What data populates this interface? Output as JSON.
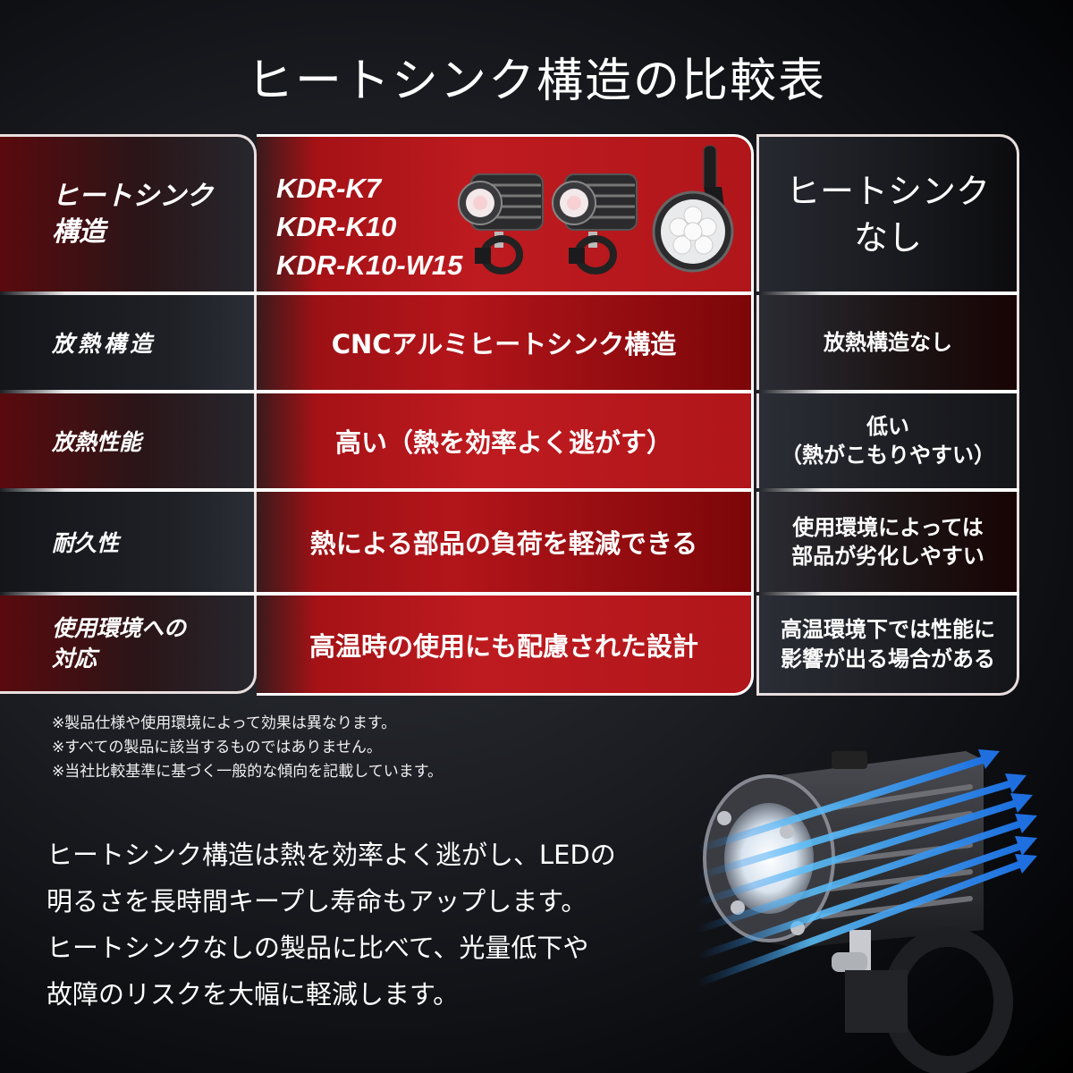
{
  "title": "ヒートシンク構造の比較表",
  "table": {
    "header": {
      "label": "ヒートシンク構造",
      "label_lines": [
        "ヒートシンク",
        "構造"
      ],
      "with_heatsink_models": [
        "KDR-K7",
        "KDR-K10",
        "KDR-K10-W15"
      ],
      "without_heatsink_lines": [
        "ヒートシンク",
        "なし"
      ]
    },
    "rows": [
      {
        "label": "放熱構造",
        "with_heatsink": "CNCアルミヒートシンク構造",
        "without_heatsink_lines": [
          "放熱構造なし"
        ]
      },
      {
        "label": "放熱性能",
        "with_heatsink": "高い（熱を効率よく逃がす）",
        "without_heatsink_lines": [
          "低い",
          "（熱がこもりやすい）"
        ]
      },
      {
        "label": "耐久性",
        "with_heatsink": "熱による部品の負荷を軽減できる",
        "without_heatsink_lines": [
          "使用環境によっては",
          "部品が劣化しやすい"
        ]
      },
      {
        "label_lines": [
          "使用環境への",
          "対応"
        ],
        "with_heatsink": "高温時の使用にも配慮された設計",
        "without_heatsink_lines": [
          "高温環境下では性能に",
          "影響が出る場合がある"
        ]
      }
    ]
  },
  "notes": [
    "※製品仕様や使用環境によって効果は異なります。",
    "※すべての製品に該当するものではありません。",
    "※当社比較基準に基づく一般的な傾向を記載しています。"
  ],
  "summary_lines": [
    "ヒートシンク構造は熱を効率よく逃がし、LEDの",
    "明るさを長時間キープし寿命もアップします。",
    "ヒートシンクなしの製品に比べて、光量低下や",
    "故障のリスクを大幅に軽減します。"
  ],
  "colors": {
    "accent_red": "#b3151a",
    "border_white": "#ffffff",
    "airflow_blue": "#1f7fe8"
  }
}
